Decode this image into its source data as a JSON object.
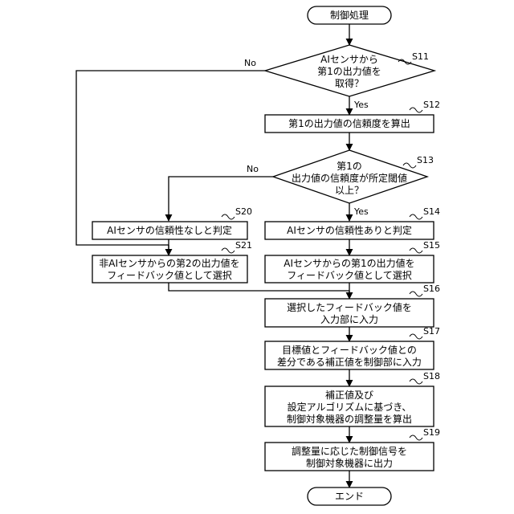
{
  "start": "制御処理",
  "end": "エンド",
  "s11": {
    "id": "S11",
    "lines": [
      "AIセンサから",
      "第1の出力値を",
      "取得？"
    ]
  },
  "s12": {
    "id": "S12",
    "lines": [
      "第1の出力値の信頼度を算出"
    ]
  },
  "s13": {
    "id": "S13",
    "lines": [
      "第1の",
      "出力値の信頼度が所定閾値",
      "以上？"
    ]
  },
  "s14": {
    "id": "S14",
    "lines": [
      "AIセンサの信頼性ありと判定"
    ]
  },
  "s15": {
    "id": "S15",
    "lines": [
      "AIセンサからの第1の出力値を",
      "フィードバック値として選択"
    ]
  },
  "s16": {
    "id": "S16",
    "lines": [
      "選択したフィードバック値を",
      "入力部に入力"
    ]
  },
  "s17": {
    "id": "S17",
    "lines": [
      "目標値とフィードバック値との",
      "差分である補正値を制御部に入力"
    ]
  },
  "s18": {
    "id": "S18",
    "lines": [
      "補正値及び",
      "設定アルゴリズムに基づき、",
      "制御対象機器の調整量を算出"
    ]
  },
  "s19": {
    "id": "S19",
    "lines": [
      "調整量に応じた制御信号を",
      "制御対象機器に出力"
    ]
  },
  "s20": {
    "id": "S20",
    "lines": [
      "AIセンサの信頼性なしと判定"
    ]
  },
  "s21": {
    "id": "S21",
    "lines": [
      "非AIセンサからの第2の出力値を",
      "フィードバック値として選択"
    ]
  },
  "labels": {
    "yes1": "Yes",
    "no1": "No",
    "yes2": "Yes",
    "no2": "No"
  }
}
